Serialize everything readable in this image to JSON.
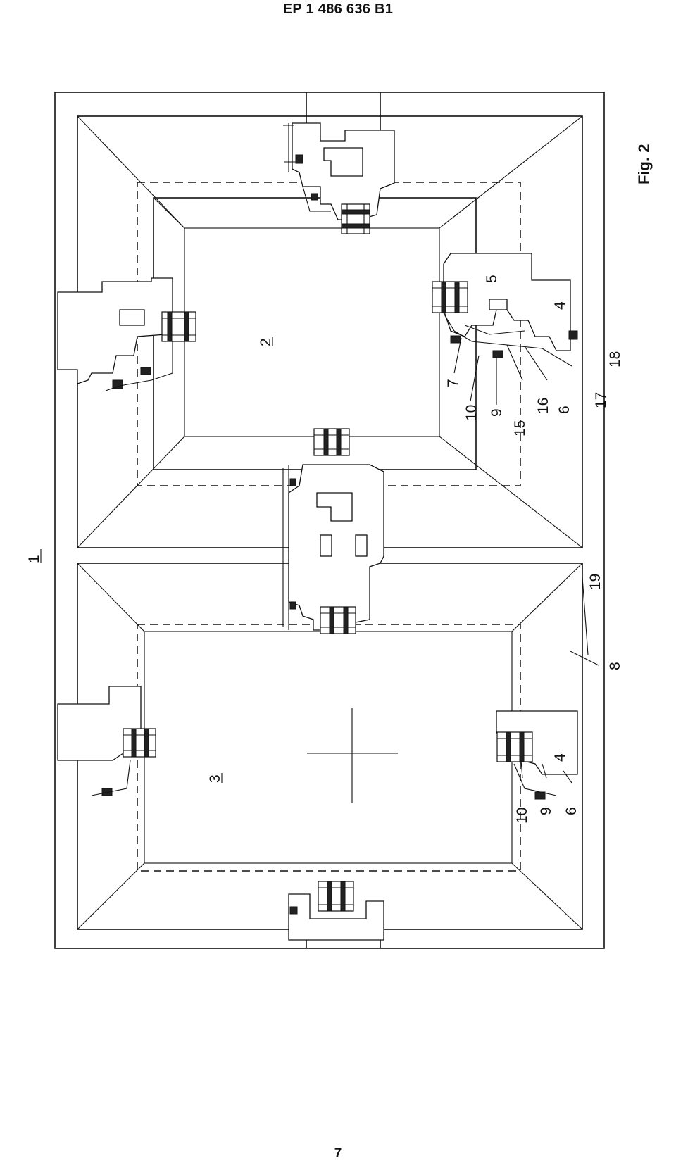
{
  "header": {
    "doc_number": "EP 1 486 636 B1"
  },
  "footer": {
    "page_number": "7"
  },
  "figure": {
    "label": "Fig. 2",
    "reference_numerals": {
      "frame": "1",
      "sash_upper": "2",
      "sash_lower": "3",
      "n4_right": "4",
      "n5": "5",
      "n6_right": "6",
      "n7": "7",
      "n8": "8",
      "n9_right": "9",
      "n10_right": "10",
      "n15": "15",
      "n16": "16",
      "n17": "17",
      "n18": "18",
      "n19": "19",
      "n4_left": "4",
      "n10_left": "10",
      "n9_left": "9",
      "n6_left": "6"
    }
  }
}
